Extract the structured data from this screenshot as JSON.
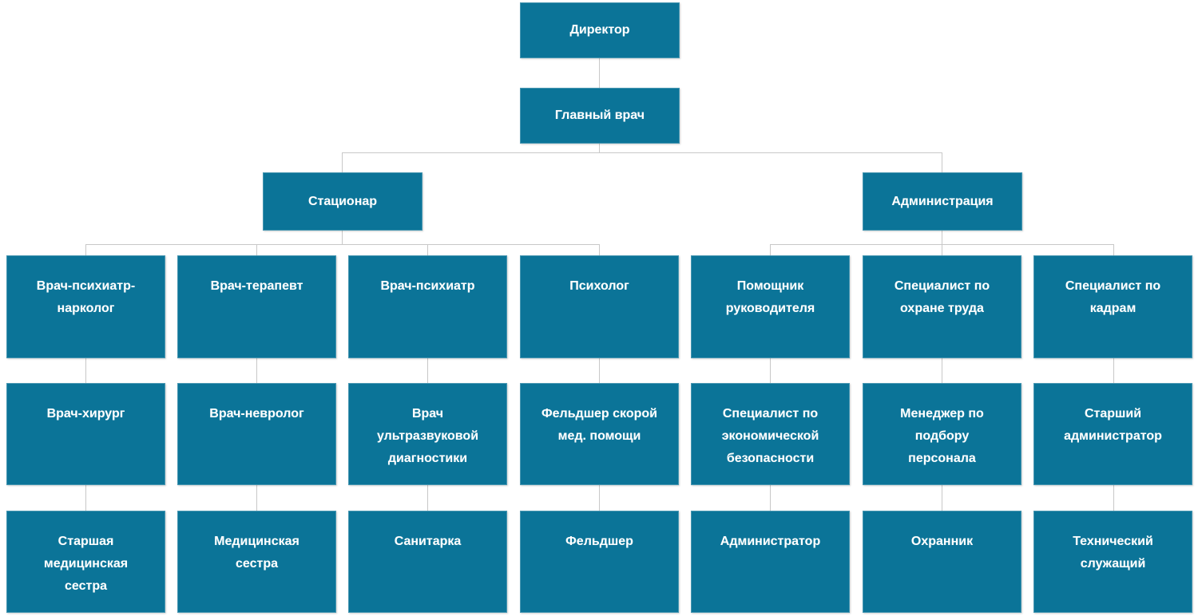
{
  "theme": {
    "node_fill": "#0b7498",
    "node_text": "#ffffff",
    "connector": "#c8c8c8",
    "background": "#ffffff"
  },
  "chart_data": {
    "type": "diagram",
    "diagram_type": "organizational-chart",
    "title": "",
    "orientation": "top-down",
    "levels": 5,
    "node_count": 24
  },
  "org": {
    "root": {
      "label": "Директор"
    },
    "level2": {
      "label": "Главный врач"
    },
    "divisions": [
      {
        "label": "Стационар"
      },
      {
        "label": "Администрация"
      }
    ],
    "row3": [
      {
        "label": "Врач-психиатр-\nнарколог"
      },
      {
        "label": "Врач-терапевт"
      },
      {
        "label": "Врач-психиатр"
      },
      {
        "label": "Психолог"
      },
      {
        "label": "Помощник\nруководителя"
      },
      {
        "label": "Специалист по\nохране труда"
      },
      {
        "label": "Специалист по\nкадрам"
      }
    ],
    "row4": [
      {
        "label": "Врач-хирург"
      },
      {
        "label": "Врач-невролог"
      },
      {
        "label": "Врач\nультразвуковой\nдиагностики"
      },
      {
        "label": "Фельдшер скорой\nмед. помощи"
      },
      {
        "label": "Специалист по\nэкономической\nбезопасности"
      },
      {
        "label": "Менеджер по\nподбору\nперсонала"
      },
      {
        "label": "Старший\nадминистратор"
      }
    ],
    "row5": [
      {
        "label": "Старшая\nмедицинская\nсестра"
      },
      {
        "label": "Медицинская\nсестра"
      },
      {
        "label": "Санитарка"
      },
      {
        "label": "Фельдшер"
      },
      {
        "label": "Администратор"
      },
      {
        "label": "Охранник"
      },
      {
        "label": "Технический\nслужащий"
      }
    ]
  }
}
